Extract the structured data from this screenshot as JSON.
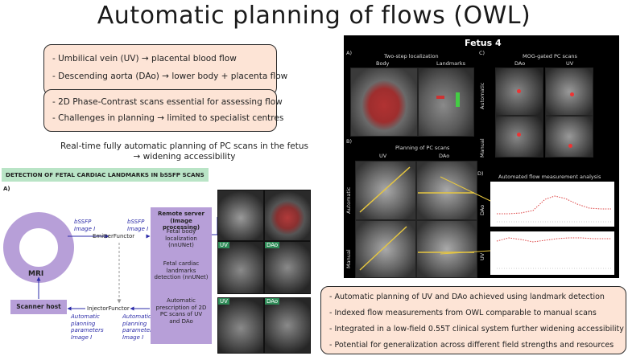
{
  "title": "Automatic planning of flows (OWL)",
  "box1": {
    "line1": "- Umbilical vein (UV) → placental blood flow",
    "line2": "- Descending aorta (DAo) → lower body + placenta flow"
  },
  "box2": {
    "line1": "- 2D Phase-Contrast scans essential for assessing flow",
    "line2": "- Challenges in planning → limited to specialist centres"
  },
  "realtime": {
    "line1": "Real-time fully automatic planning of PC scans in the fetus",
    "line2": "→ widening accessibility"
  },
  "diagram": {
    "banner": "DETECTION OF FETAL CARDIAC LANDMARKS IN bSSFP SCANS",
    "panel_label": "A)",
    "mri": "MRI",
    "scanner_host": "Scanner host",
    "bssfp_left_1": "bSSFP",
    "bssfp_left_2": "Image I",
    "bssfp_right_1": "bSSFP",
    "bssfp_right_2": "Image I",
    "emitter": "EmitterFunctor",
    "injector": "InjectorFunctor",
    "auto_left_1": "Automatic",
    "auto_left_2": "planning",
    "auto_left_3": "parameters",
    "auto_left_4": "Image I",
    "auto_right_1": "Automatic",
    "auto_right_2": "planning",
    "auto_right_3": "parameters",
    "auto_right_4": "Image I",
    "remote_1": "Remote server",
    "remote_2": "(Image processing)",
    "step1_1": "Fetal body",
    "step1_2": "localization",
    "step1_3": "(nnUNet)",
    "step2_1": "Fetal cardiac",
    "step2_2": "landmarks",
    "step2_3": "detection (nnUNet)",
    "step3_1": "Automatic",
    "step3_2": "prescription of 2D",
    "step3_3": "PC scans of UV",
    "step3_4": "and DAo",
    "thumb_uv": "UV",
    "thumb_dao": "DAo"
  },
  "figure": {
    "title": "Fetus 4",
    "a": "A)",
    "a_title": "Two-step localization",
    "a_body": "Body",
    "a_landmarks": "Landmarks",
    "b": "B)",
    "b_title": "Planning of PC scans",
    "b_uv": "UV",
    "b_dao": "DAo",
    "b_auto": "Automatic",
    "b_manual": "Manual",
    "c": "C)",
    "c_title": "MOG-gated PC scans",
    "c_dao": "DAo",
    "c_uv": "UV",
    "c_auto": "Automatic",
    "c_manual": "Manual",
    "d": "D)",
    "d_title": "Automated flow measurement analysis",
    "d_dao": "DAo",
    "d_uv": "UV"
  },
  "bottom": {
    "line1": "- Automatic planning of UV and DAo achieved using landmark detection",
    "line2": "- Indexed flow measurements from OWL comparable to manual scans",
    "line3": "- Integrated in a low-field 0.55T clinical system further widening accessibility",
    "line4": "- Potential for generalization across different field strengths and resources"
  },
  "colors": {
    "box_fill": "#fde4d6",
    "banner_fill": "#b9e4c6",
    "panel_fill": "#b79fd8",
    "arrow_blue": "#2b2ba8"
  }
}
